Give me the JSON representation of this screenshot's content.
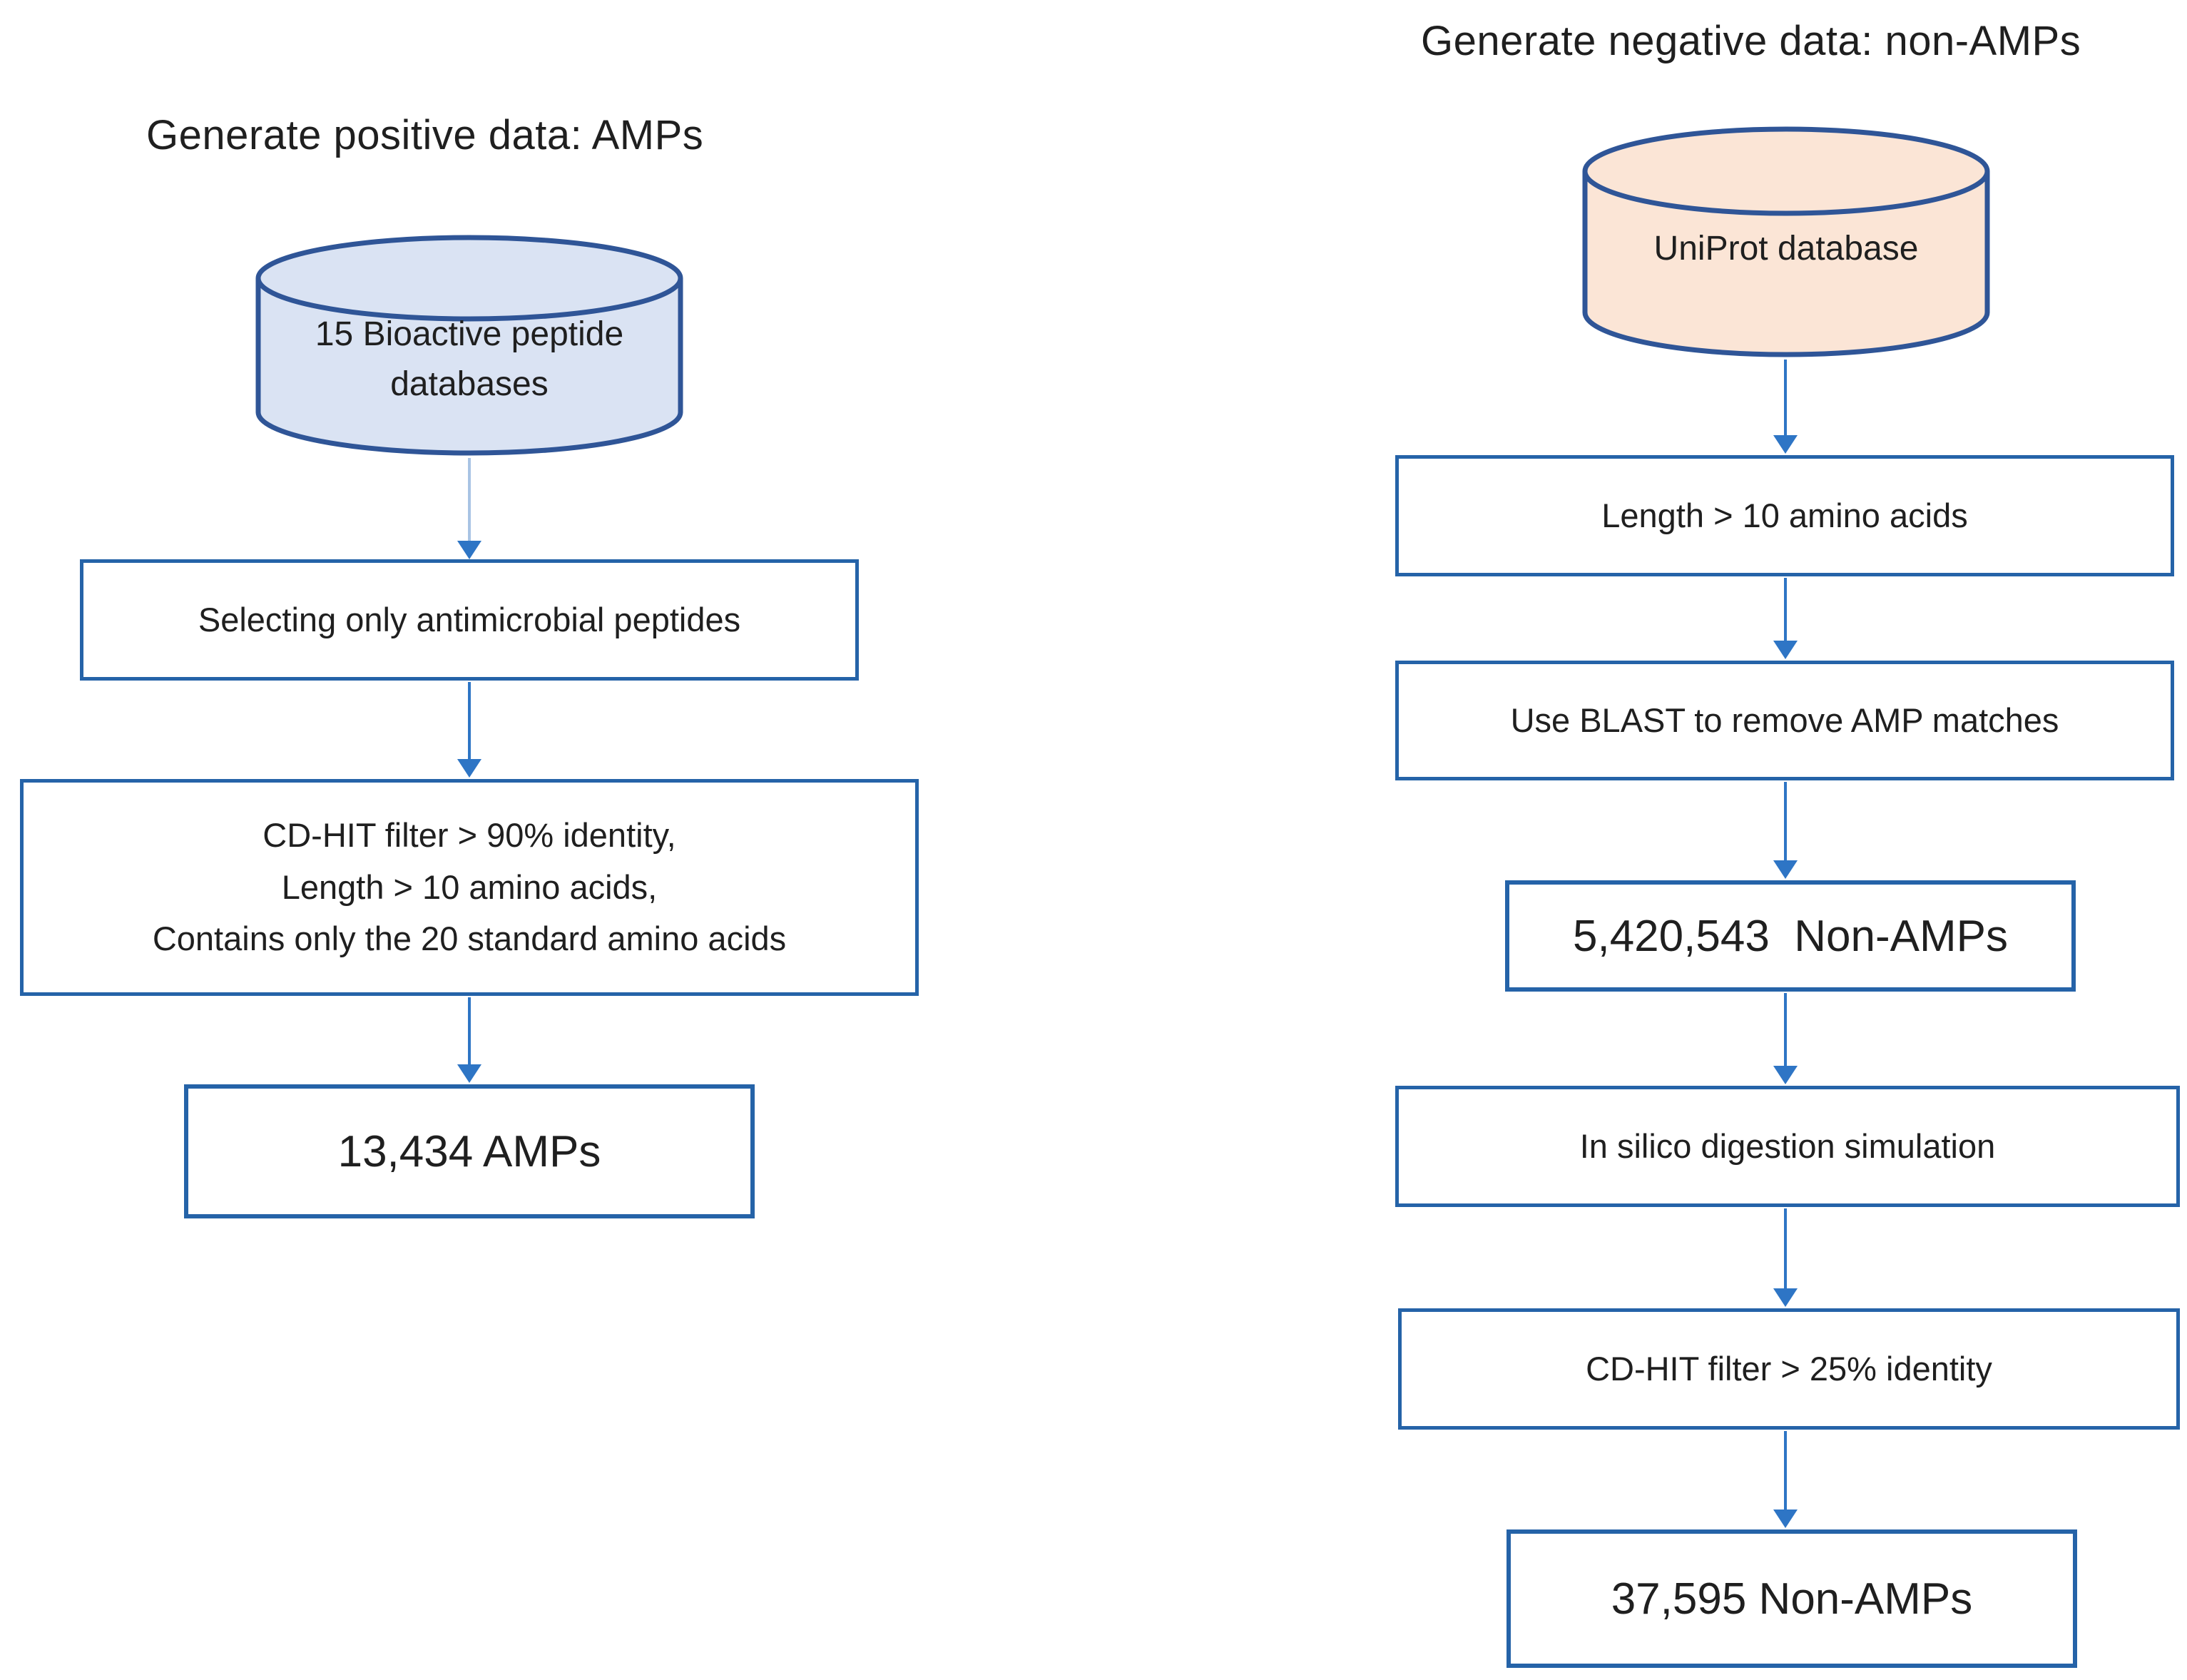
{
  "colors": {
    "background": "#ffffff",
    "text": "#1f1f1f",
    "box_border": "#2563a8",
    "cylinder_border": "#2f5597",
    "arrow": "#2e75c5",
    "arrow_light": "#a9c4e4",
    "left_cylinder_fill": "#dae3f3",
    "right_cylinder_fill": "#fbe5d6"
  },
  "left_pipeline": {
    "title": "Generate positive data: AMPs",
    "source_db": {
      "label": "15 Bioactive peptide databases"
    },
    "steps": {
      "select_amps": "Selecting only antimicrobial peptides",
      "cdhit_filter_lines": [
        "CD-HIT filter > 90% identity,",
        "Length > 10 amino acids,",
        "Contains only the 20 standard amino acids"
      ],
      "result_count": "13,434 AMPs"
    }
  },
  "right_pipeline": {
    "title": "Generate negative data: non-AMPs",
    "source_db": {
      "label": "UniProt database"
    },
    "steps": {
      "length_filter": "Length > 10 amino acids",
      "blast_filter": "Use BLAST to remove AMP matches",
      "intermediate_count": "5,420,543  Non-AMPs",
      "digestion": "In silico digestion simulation",
      "cdhit_filter": "CD-HIT filter > 25% identity",
      "final_count": "37,595 Non-AMPs"
    }
  }
}
